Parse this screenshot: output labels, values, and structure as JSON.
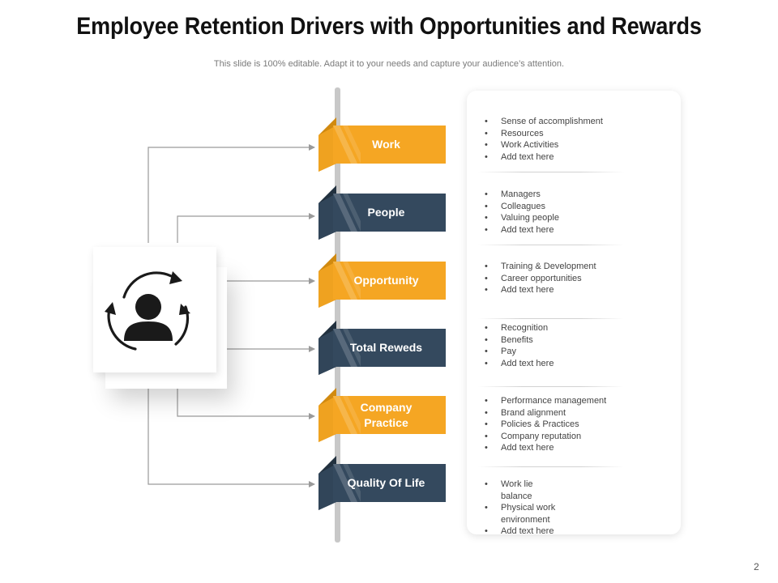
{
  "slide": {
    "title": "Employee Retention Drivers with Opportunities and Rewards",
    "subtitle": "This slide is 100% editable. Adapt it to your needs and capture your audience’s attention.",
    "page_number": "2"
  },
  "colors": {
    "yellow": "#F5A623",
    "yellow_dark": "#D18A10",
    "navy": "#34495E",
    "navy_dark": "#22313F",
    "connector": "#9A9A9A"
  },
  "center_icon": {
    "name": "user-cycle-icon"
  },
  "drivers": [
    {
      "label": "Work",
      "color": "yellow"
    },
    {
      "label": "People",
      "color": "navy"
    },
    {
      "label": "Opportunity",
      "color": "yellow"
    },
    {
      "label": "Total Reweds",
      "color": "navy"
    },
    {
      "label": "Company Practice",
      "color": "yellow"
    },
    {
      "label": "Quality Of Life",
      "color": "navy"
    }
  ],
  "details": [
    {
      "items": [
        "Sense of accomplishment",
        "Resources",
        "Work Activities",
        "Add text here"
      ]
    },
    {
      "items": [
        "Managers",
        "Colleagues",
        "Valuing people",
        "Add text here"
      ]
    },
    {
      "items": [
        "Training & Development",
        "Career opportunities",
        "Add text here"
      ]
    },
    {
      "items": [
        "Recognition",
        "Benefits",
        "Pay",
        "Add text here"
      ]
    },
    {
      "items": [
        "Performance management",
        "Brand alignment",
        "Policies & Practices",
        "Company reputation",
        "Add text here"
      ]
    },
    {
      "items": [
        "Work lie balance",
        "Physical work environment",
        "Add text here"
      ]
    }
  ]
}
